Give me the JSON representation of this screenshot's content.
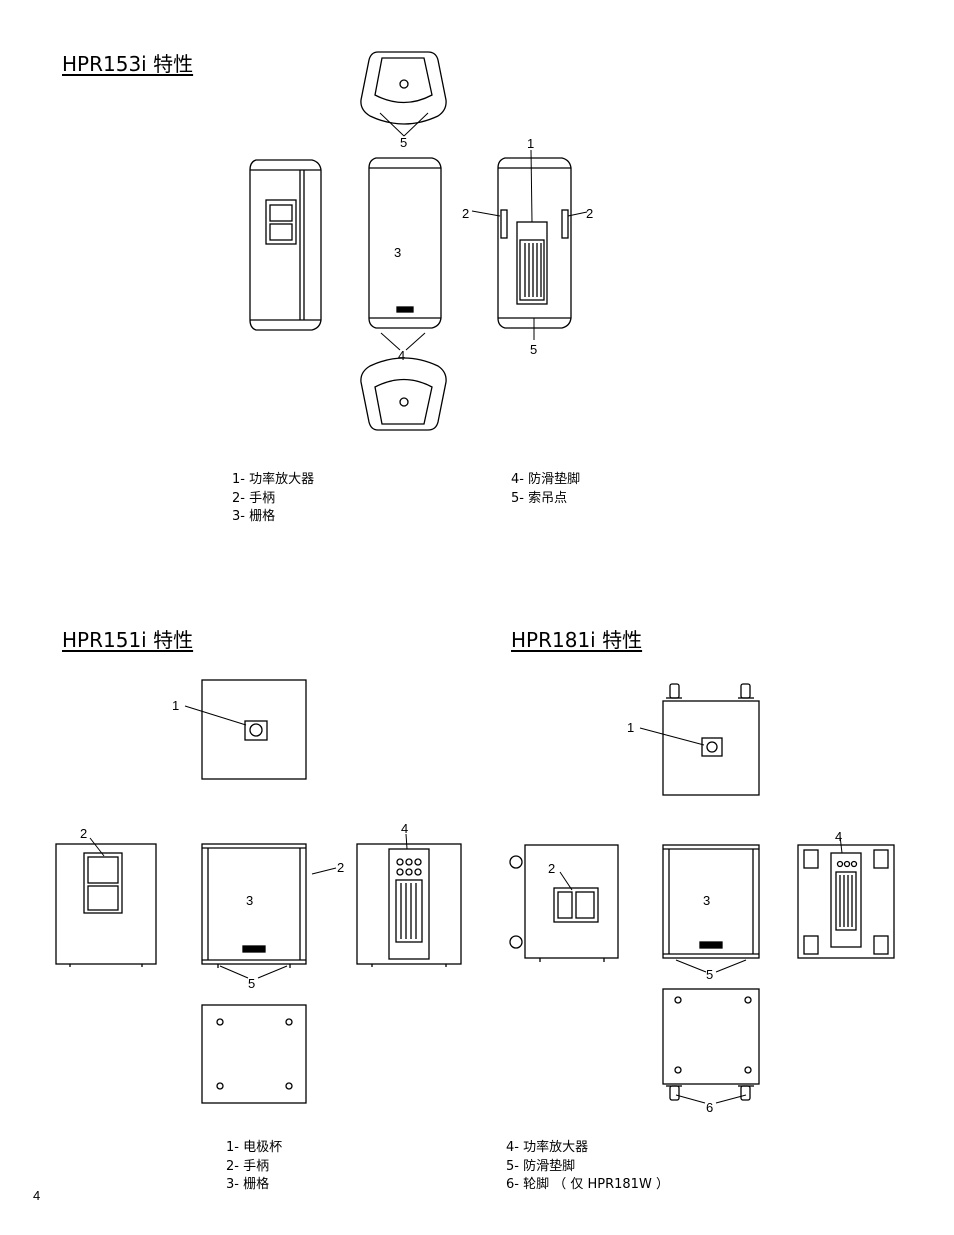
{
  "sections": {
    "hpr153i": {
      "title": "HPR153i 特性",
      "callouts": [
        "1",
        "2",
        "2",
        "3",
        "4",
        "5",
        "5"
      ],
      "legend_left": [
        "1- 功率放大器",
        "2- 手柄",
        "3- 栅格"
      ],
      "legend_right": [
        "4- 防滑垫脚",
        "5- 索吊点"
      ]
    },
    "hpr151i": {
      "title": "HPR151i 特性",
      "callouts": [
        "1",
        "2",
        "2",
        "3",
        "4",
        "5"
      ]
    },
    "hpr181i": {
      "title": "HPR181i 特性",
      "callouts": [
        "1",
        "2",
        "3",
        "4",
        "5",
        "6"
      ]
    },
    "bottom_legend_left": [
      "1- 电极杯",
      "2- 手柄",
      "3- 栅格"
    ],
    "bottom_legend_right": [
      "4- 功率放大器",
      "5- 防滑垫脚",
      "6- 轮脚 （ 仅 HPR181W ）"
    ]
  },
  "page_number": "4"
}
